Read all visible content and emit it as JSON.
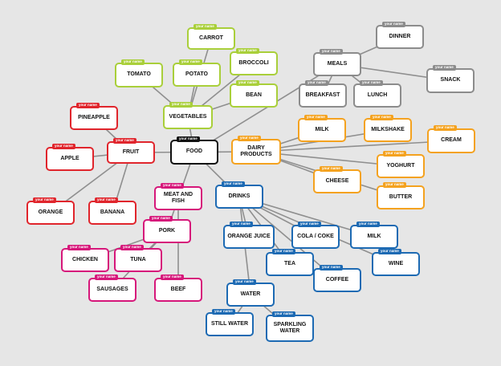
{
  "tag_label": "your name",
  "colors": {
    "vegetables": "#a9cf3a",
    "meals": "#8c8c8c",
    "fruit": "#e0252c",
    "dairy": "#f4a21f",
    "meat": "#d6177a",
    "drinks": "#1d6ab3",
    "center": "#111111"
  },
  "nodes": [
    {
      "id": "carrot",
      "label": "CARROT"
    },
    {
      "id": "broccoli",
      "label": "BROCCOLI"
    },
    {
      "id": "tomato",
      "label": "TOMATO"
    },
    {
      "id": "potato",
      "label": "POTATO"
    },
    {
      "id": "bean",
      "label": "BEAN"
    },
    {
      "id": "vegetables",
      "label": "VEGETABLES"
    },
    {
      "id": "dinner",
      "label": "DINNER"
    },
    {
      "id": "meals",
      "label": "MEALS"
    },
    {
      "id": "snack",
      "label": "SNACK"
    },
    {
      "id": "breakfast",
      "label": "BREAKFAST"
    },
    {
      "id": "lunch",
      "label": "LUNCH"
    },
    {
      "id": "pineapple",
      "label": "PINEAPPLE"
    },
    {
      "id": "fruit",
      "label": "FRUIT"
    },
    {
      "id": "apple",
      "label": "APPLE"
    },
    {
      "id": "orange",
      "label": "ORANGE"
    },
    {
      "id": "banana",
      "label": "BANANA"
    },
    {
      "id": "food",
      "label": "FOOD"
    },
    {
      "id": "dairy",
      "label": "DAIRY PRODUCTS"
    },
    {
      "id": "milk_d",
      "label": "MILK"
    },
    {
      "id": "milkshake",
      "label": "MILKSHAKE"
    },
    {
      "id": "cream",
      "label": "CREAM"
    },
    {
      "id": "yoghurt",
      "label": "YOGHURT"
    },
    {
      "id": "cheese",
      "label": "CHEESE"
    },
    {
      "id": "butter",
      "label": "BUTTER"
    },
    {
      "id": "meatfish",
      "label": "MEAT AND FISH"
    },
    {
      "id": "pork",
      "label": "PORK"
    },
    {
      "id": "chicken",
      "label": "CHICKEN"
    },
    {
      "id": "tuna",
      "label": "TUNA"
    },
    {
      "id": "sausages",
      "label": "SAUSAGES"
    },
    {
      "id": "beef",
      "label": "BEEF"
    },
    {
      "id": "drinks",
      "label": "DRINKS"
    },
    {
      "id": "orangejuice",
      "label": "ORANGE JUICE"
    },
    {
      "id": "cola",
      "label": "COLA / COKE"
    },
    {
      "id": "milk_dr",
      "label": "MILK"
    },
    {
      "id": "tea",
      "label": "TEA"
    },
    {
      "id": "coffee",
      "label": "COFFEE"
    },
    {
      "id": "wine",
      "label": "WINE"
    },
    {
      "id": "water",
      "label": "WATER"
    },
    {
      "id": "stillwater",
      "label": "STILL WATER"
    },
    {
      "id": "sparkling",
      "label": "SPARKLING WATER"
    }
  ],
  "edges": [
    [
      "food",
      "vegetables"
    ],
    [
      "vegetables",
      "carrot"
    ],
    [
      "vegetables",
      "broccoli"
    ],
    [
      "vegetables",
      "tomato"
    ],
    [
      "vegetables",
      "potato"
    ],
    [
      "vegetables",
      "bean"
    ],
    [
      "food",
      "meals"
    ],
    [
      "meals",
      "dinner"
    ],
    [
      "meals",
      "snack"
    ],
    [
      "meals",
      "breakfast"
    ],
    [
      "meals",
      "lunch"
    ],
    [
      "food",
      "fruit"
    ],
    [
      "fruit",
      "pineapple"
    ],
    [
      "fruit",
      "apple"
    ],
    [
      "fruit",
      "orange"
    ],
    [
      "fruit",
      "banana"
    ],
    [
      "food",
      "dairy"
    ],
    [
      "dairy",
      "milk_d"
    ],
    [
      "dairy",
      "milkshake"
    ],
    [
      "dairy",
      "cream"
    ],
    [
      "dairy",
      "yoghurt"
    ],
    [
      "dairy",
      "cheese"
    ],
    [
      "dairy",
      "butter"
    ],
    [
      "food",
      "meatfish"
    ],
    [
      "meatfish",
      "pork"
    ],
    [
      "meatfish",
      "beef"
    ],
    [
      "pork",
      "chicken"
    ],
    [
      "pork",
      "tuna"
    ],
    [
      "pork",
      "sausages"
    ],
    [
      "food",
      "drinks"
    ],
    [
      "drinks",
      "orangejuice"
    ],
    [
      "drinks",
      "cola"
    ],
    [
      "drinks",
      "milk_dr"
    ],
    [
      "drinks",
      "tea"
    ],
    [
      "drinks",
      "coffee"
    ],
    [
      "drinks",
      "wine"
    ],
    [
      "drinks",
      "water"
    ],
    [
      "water",
      "stillwater"
    ],
    [
      "water",
      "sparkling"
    ]
  ]
}
